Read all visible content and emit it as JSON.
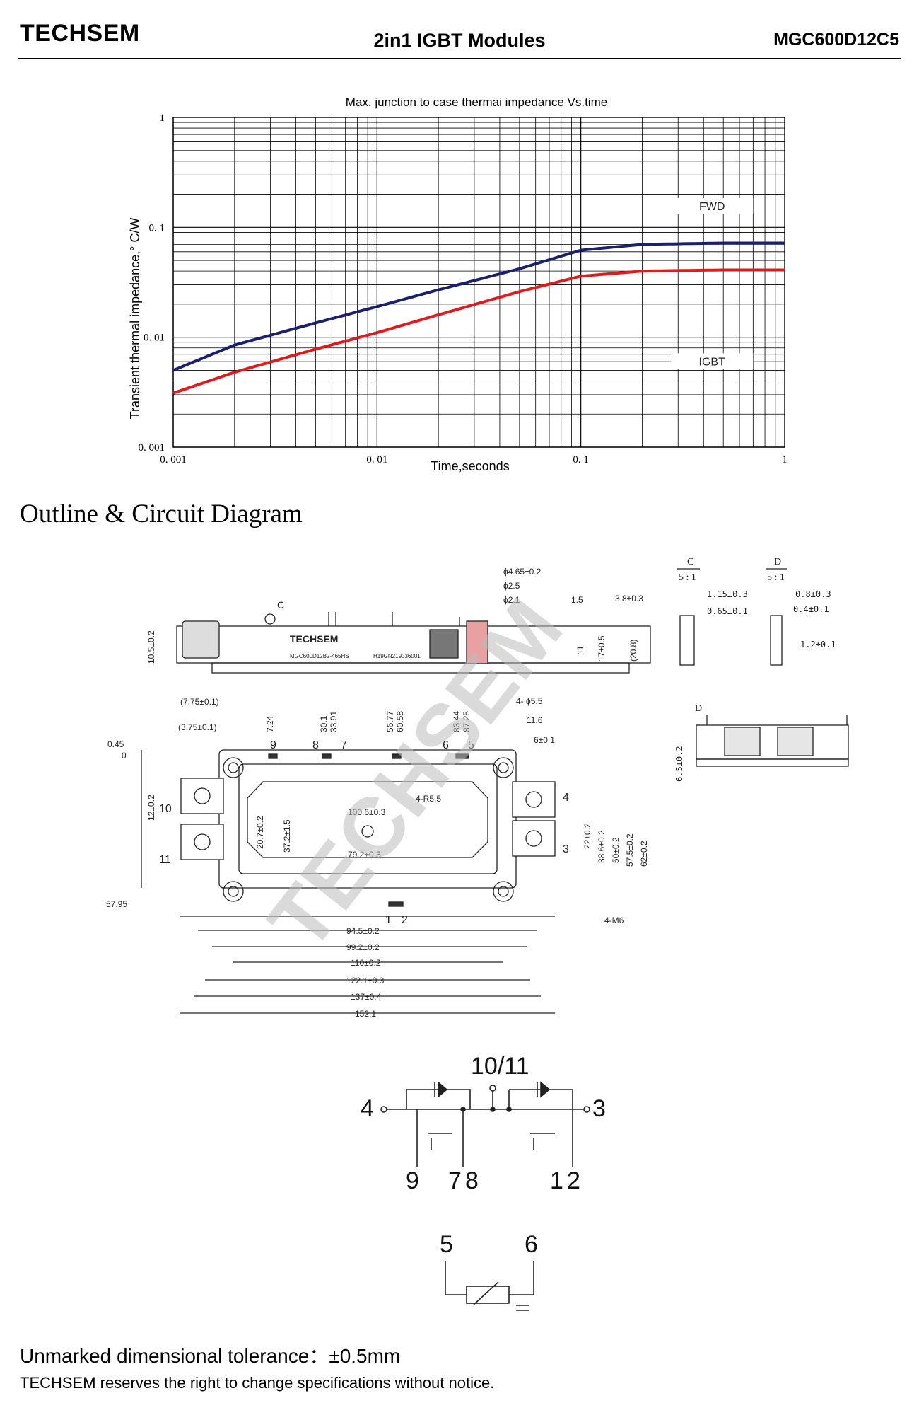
{
  "header": {
    "brand": "TECHSEM",
    "title": "2in1 IGBT Modules",
    "part_number": "MGC600D12C5"
  },
  "chart_data": {
    "type": "line",
    "title": "Max. junction to case thermai impedance Vs.time",
    "xlabel": "Time,seconds",
    "ylabel": "Transient thermal impedance,° C/W",
    "xscale": "log",
    "yscale": "log",
    "xlim": [
      0.001,
      1
    ],
    "ylim": [
      0.001,
      1
    ],
    "x_ticks": [
      "0. 001",
      "0. 01",
      "0. 1",
      "1"
    ],
    "y_ticks": [
      "0. 001",
      "0. 01",
      "0. 1",
      "1"
    ],
    "grid": true,
    "series": [
      {
        "name": "FWD",
        "color": "#1c1f6e",
        "x": [
          0.001,
          0.002,
          0.005,
          0.01,
          0.02,
          0.05,
          0.1,
          0.2,
          0.5,
          1
        ],
        "y": [
          0.005,
          0.0085,
          0.0135,
          0.019,
          0.027,
          0.042,
          0.062,
          0.07,
          0.072,
          0.072
        ]
      },
      {
        "name": "IGBT",
        "color": "#e01b1b",
        "x": [
          0.001,
          0.002,
          0.005,
          0.01,
          0.02,
          0.05,
          0.1,
          0.2,
          0.5,
          1
        ],
        "y": [
          0.0031,
          0.0048,
          0.0078,
          0.011,
          0.016,
          0.026,
          0.036,
          0.04,
          0.041,
          0.041
        ]
      }
    ]
  },
  "section_title": "Outline & Circuit Diagram",
  "watermark": "TECHSEM",
  "outline": {
    "side_view": {
      "label": "TECHSEM",
      "marking1": "MGC600D12B2-465HS",
      "marking2": "H19GN219036001",
      "detail_c": "C",
      "dims": [
        "ϕ4.65±0.2",
        "ϕ2.5",
        "ϕ2.1",
        "1.5",
        "3.8±0.3",
        "10.5±0.2",
        "11",
        "17±0.5",
        "(20.8)"
      ]
    },
    "detail_c": {
      "title": "C",
      "scale": "5 : 1",
      "dims": [
        "1.15±0.3",
        "0.65±0.1"
      ]
    },
    "detail_d": {
      "title": "D",
      "scale": "5 : 1",
      "dims": [
        "0.8±0.3",
        "0.4±0.1",
        "1.2±0.1"
      ]
    },
    "end_view": {
      "label": "D",
      "dims": [
        "6.5±0.2"
      ]
    },
    "top_view": {
      "top_dims": [
        "(7.75±0.1)",
        "(3.75±0.1)",
        "0.45",
        "0",
        "7.24",
        "30.1",
        "33.91",
        "56.77",
        "60.58",
        "83.44",
        "87.25",
        "4- ϕ5.5",
        "11.6",
        "6±0.1",
        "4-R5.5",
        "100.6±0.3",
        "79.2±0.3",
        "20.7±0.2",
        "37.2±1.5",
        "12±0.2",
        "22±0.2",
        "38.6±0.2",
        "50±0.2",
        "57.5±0.2",
        "62±0.2",
        "57.95",
        "4-M6"
      ],
      "bottom_dims": [
        "94.5±0.2",
        "99.2±0.2",
        "110±0.2",
        "122.1±0.3",
        "137±0.4",
        "152.1"
      ],
      "pins": [
        "9",
        "8",
        "7",
        "6",
        "5",
        "10",
        "11",
        "4",
        "3",
        "1",
        "2"
      ]
    }
  },
  "circuit": {
    "top_label": "10/11",
    "left": "4",
    "right": "3",
    "bottom_left": [
      "9",
      "7",
      "8"
    ],
    "bottom_right": [
      "1",
      "2"
    ],
    "ntc_left": "5",
    "ntc_right": "6"
  },
  "footer": {
    "tolerance": "Unmarked dimensional tolerance：±0.5mm",
    "notice": "TECHSEM reserves the right to change specifications without notice."
  }
}
